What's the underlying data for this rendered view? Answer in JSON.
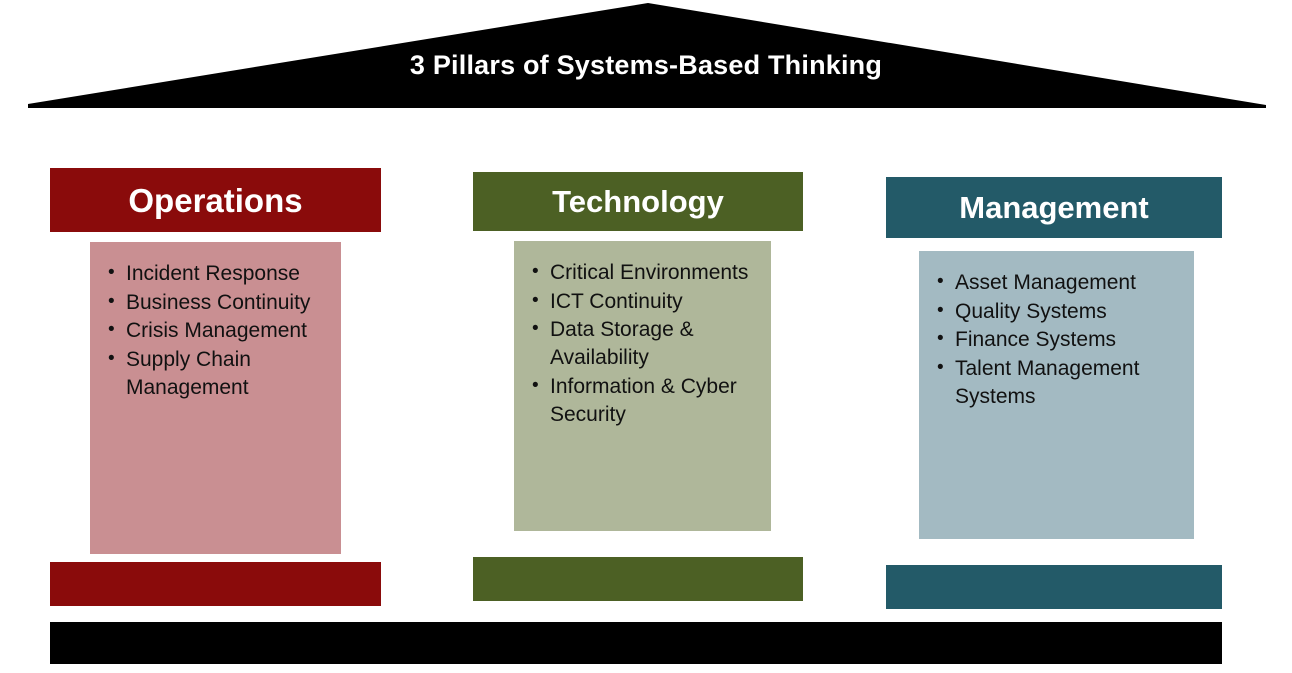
{
  "roof": {
    "title": "3 Pillars of Systems-Based Thinking",
    "color": "#000000",
    "title_color": "#ffffff"
  },
  "foundation": {
    "color": "#000000"
  },
  "pillars": [
    {
      "id": "operations",
      "title": "Operations",
      "cap_color": "#8a0b0b",
      "body_color": "#c98f92",
      "base_color": "#8a0b0b",
      "title_color": "#ffffff",
      "items": [
        "Incident Response",
        "Business Continuity",
        "Crisis Management",
        "Supply Chain Management"
      ]
    },
    {
      "id": "technology",
      "title": "Technology",
      "cap_color": "#4c6024",
      "body_color": "#afb79a",
      "base_color": "#4c6024",
      "title_color": "#ffffff",
      "items": [
        "Critical Environments",
        "ICT Continuity",
        "Data Storage & Availability",
        "Information & Cyber Security"
      ]
    },
    {
      "id": "management",
      "title": "Management",
      "cap_color": "#235a68",
      "body_color": "#a3bac2",
      "base_color": "#235a68",
      "title_color": "#ffffff",
      "items": [
        "Asset Management",
        "Quality Systems",
        "Finance Systems",
        "Talent Management Systems"
      ]
    }
  ]
}
